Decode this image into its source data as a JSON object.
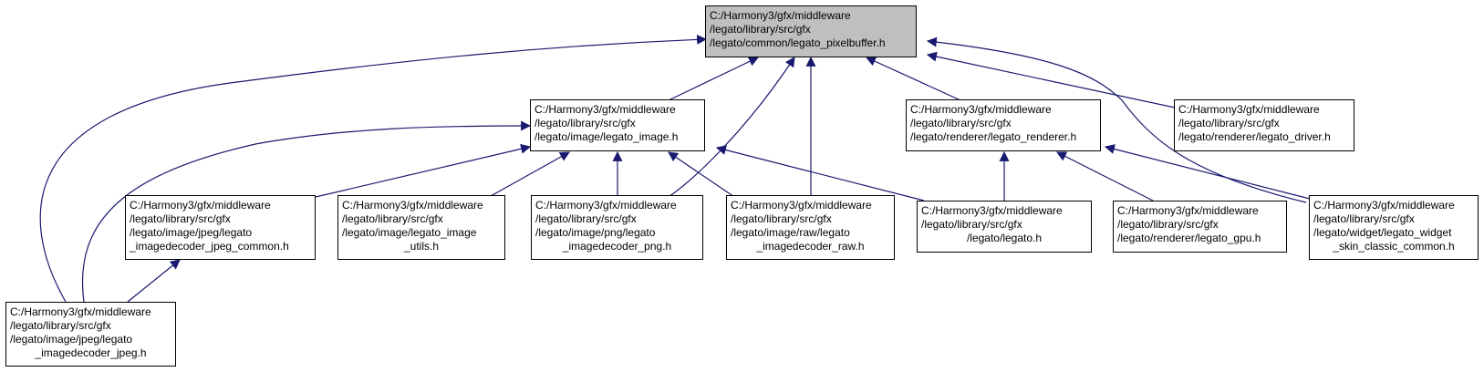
{
  "colors": {
    "edge": "#191970",
    "root_fill": "#bfbfbf",
    "node_fill": "#ffffff",
    "border": "#000000"
  },
  "nodes": {
    "pixelbuffer": {
      "lines": [
        "C:/Harmony3/gfx/middleware",
        "/legato/library/src/gfx",
        "/legato/common/legato_pixelbuffer.h"
      ]
    },
    "image": {
      "lines": [
        "C:/Harmony3/gfx/middleware",
        "/legato/library/src/gfx",
        "/legato/image/legato_image.h"
      ]
    },
    "renderer": {
      "lines": [
        "C:/Harmony3/gfx/middleware",
        "/legato/library/src/gfx",
        "/legato/renderer/legato_renderer.h"
      ]
    },
    "driver": {
      "lines": [
        "C:/Harmony3/gfx/middleware",
        "/legato/library/src/gfx",
        "/legato/renderer/legato_driver.h"
      ]
    },
    "jpeg_common": {
      "lines": [
        "C:/Harmony3/gfx/middleware",
        "/legato/library/src/gfx",
        "/legato/image/jpeg/legato",
        "_imagedecoder_jpeg_common.h"
      ]
    },
    "image_utils": {
      "lines": [
        "C:/Harmony3/gfx/middleware",
        "/legato/library/src/gfx",
        "/legato/image/legato_image",
        "_utils.h"
      ]
    },
    "png": {
      "lines": [
        "C:/Harmony3/gfx/middleware",
        "/legato/library/src/gfx",
        "/legato/image/png/legato",
        "_imagedecoder_png.h"
      ]
    },
    "raw": {
      "lines": [
        "C:/Harmony3/gfx/middleware",
        "/legato/library/src/gfx",
        "/legato/image/raw/legato",
        "_imagedecoder_raw.h"
      ]
    },
    "legato": {
      "lines": [
        "C:/Harmony3/gfx/middleware",
        "/legato/library/src/gfx",
        "/legato/legato.h"
      ]
    },
    "gpu": {
      "lines": [
        "C:/Harmony3/gfx/middleware",
        "/legato/library/src/gfx",
        "/legato/renderer/legato_gpu.h"
      ]
    },
    "widget_skin": {
      "lines": [
        "C:/Harmony3/gfx/middleware",
        "/legato/library/src/gfx",
        "/legato/widget/legato_widget",
        "_skin_classic_common.h"
      ]
    },
    "jpeg": {
      "lines": [
        "C:/Harmony3/gfx/middleware",
        "/legato/library/src/gfx",
        "/legato/image/jpeg/legato",
        "_imagedecoder_jpeg.h"
      ]
    }
  }
}
